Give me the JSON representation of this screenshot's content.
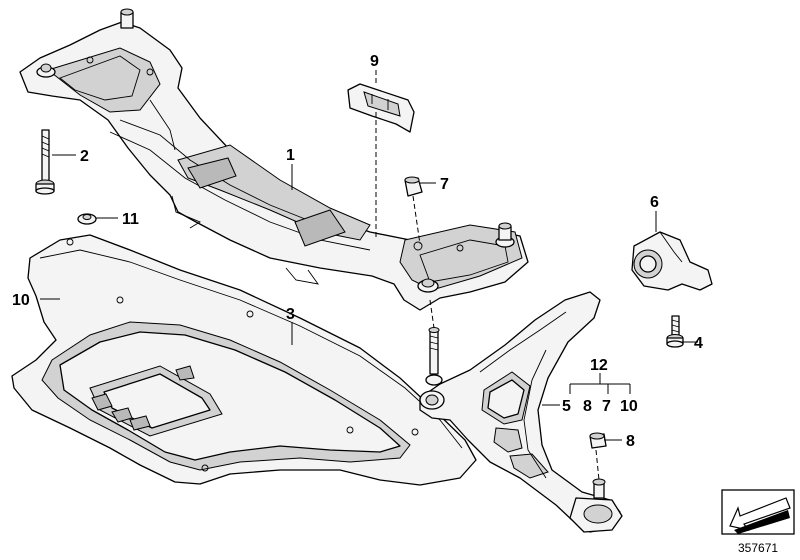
{
  "callouts": {
    "c1": "1",
    "c2": "2",
    "c3": "3",
    "c4": "4",
    "c5": "5",
    "c6": "6",
    "c7": "7",
    "c8": "8",
    "c9": "9",
    "c10": "10",
    "c11": "11",
    "c12": "12"
  },
  "group12": {
    "a": "8",
    "b": "7",
    "c": "10"
  },
  "catalog_number": "357671",
  "icons": [
    "arrow-symbol-icon"
  ]
}
